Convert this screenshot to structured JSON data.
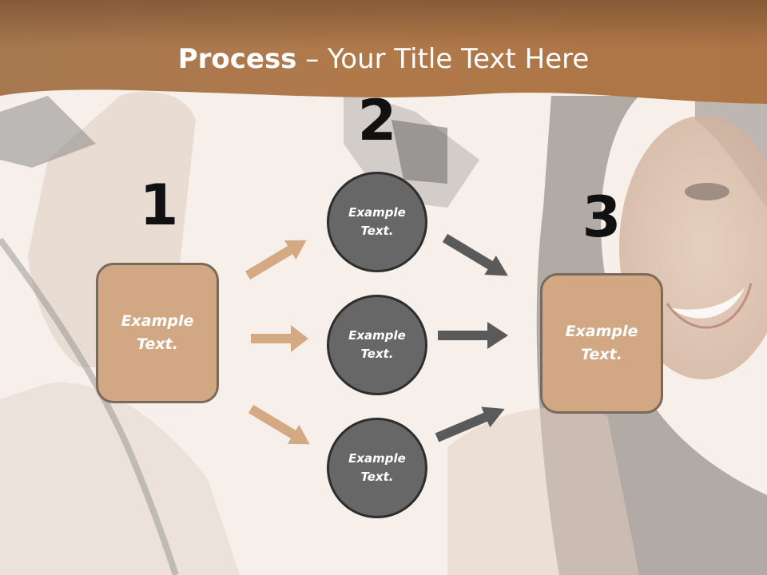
{
  "slide": {
    "title_strong": "Process",
    "title_rest": " – Your Title Text Here"
  },
  "steps": {
    "one": {
      "number": "1",
      "text": "Example\nText."
    },
    "two": {
      "number": "2"
    },
    "three": {
      "number": "3",
      "text": "Example\nText."
    }
  },
  "circles": [
    {
      "text": "Example\nText."
    },
    {
      "text": "Example\nText."
    },
    {
      "text": "Example\nText."
    }
  ],
  "colors": {
    "header_band": "#b07a4a",
    "tan_box": "#d1a784",
    "tan_arrow": "#d4aa85",
    "gray_circle": "#676767",
    "gray_arrow": "#5a5a5a"
  }
}
